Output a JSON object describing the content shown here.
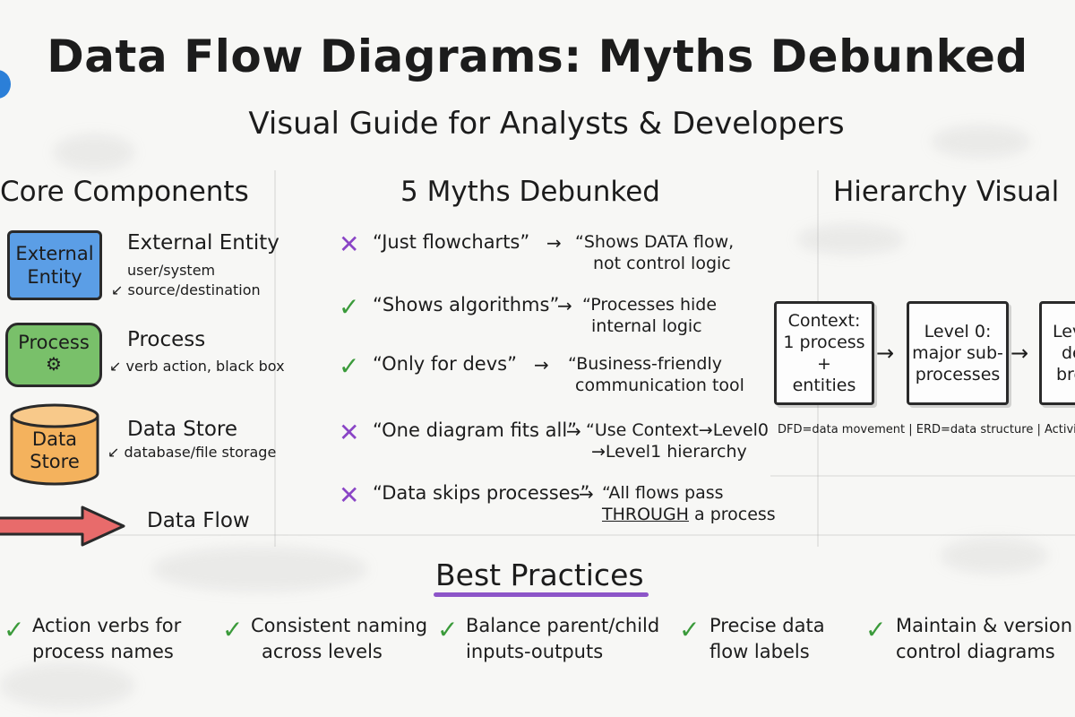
{
  "title": "Data Flow Diagrams: Myths Debunked",
  "subtitle": "Visual Guide for Analysts & Developers",
  "core": {
    "heading": "Core Components",
    "entity": {
      "shape_line1": "External",
      "shape_line2": "Entity",
      "name": "External Entity",
      "desc_line1": "user/system",
      "desc_line2": "source/destination",
      "color": "#5b9ee6"
    },
    "process": {
      "shape_label": "Process",
      "name": "Process",
      "desc": "verb action, black box",
      "color": "#79c06a"
    },
    "store": {
      "shape_line1": "Data",
      "shape_line2": "Store",
      "name": "Data Store",
      "desc": "database/file storage",
      "color": "#f4b25d"
    },
    "flow": {
      "name": "Data Flow",
      "color": "#e86b6b"
    }
  },
  "myths": {
    "heading": "5 Myths Debunked",
    "items": [
      {
        "verdict": "x",
        "myth": "“Just flowcharts”",
        "truth_line1": "“Shows DATA flow,",
        "truth_line2": "not control logic"
      },
      {
        "verdict": "check",
        "myth": "“Shows algorithms”",
        "truth_line1": "“Processes hide",
        "truth_line2": "internal logic"
      },
      {
        "verdict": "check",
        "myth": "“Only for devs”",
        "truth_line1": "“Business-friendly",
        "truth_line2": "communication tool"
      },
      {
        "verdict": "x",
        "myth": "“One diagram fits all”",
        "truth_line1": "“Use Context→Level0",
        "truth_line2": "→Level1 hierarchy"
      },
      {
        "verdict": "x",
        "myth": "“Data skips processes”",
        "truth_line1": "“All flows pass",
        "truth_line2_pre": "",
        "truth_line2_em": "THROUGH",
        "truth_line2_post": " a process"
      }
    ]
  },
  "hierarchy": {
    "heading": "Hierarchy Visual",
    "levels": [
      {
        "lines": [
          "Context:",
          "1 process",
          "+",
          "entities"
        ]
      },
      {
        "lines": [
          "Level 0:",
          "major sub-",
          "processes"
        ]
      },
      {
        "lines": [
          "Lev",
          "de",
          "bre"
        ]
      }
    ],
    "footnote": "DFD=data movement | ERD=data structure | Activit"
  },
  "best_practices": {
    "heading": "Best Practices",
    "items": [
      {
        "line1": "Action verbs for",
        "line2": "process names"
      },
      {
        "line1": "Consistent naming",
        "line2": "across levels"
      },
      {
        "line1": "Balance parent/child",
        "line2": "inputs-outputs"
      },
      {
        "line1": "Precise data",
        "line2": "flow labels"
      },
      {
        "line1": "Maintain & version",
        "line2": "control diagrams"
      }
    ]
  },
  "glyphs": {
    "x": "✕",
    "check": "✓",
    "arrow": "→",
    "gear": "⚙",
    "pointer": "↙"
  },
  "colors": {
    "x_mark": "#8a45c6",
    "check_mark": "#3a9a3a",
    "underline": "#8d55c8"
  }
}
